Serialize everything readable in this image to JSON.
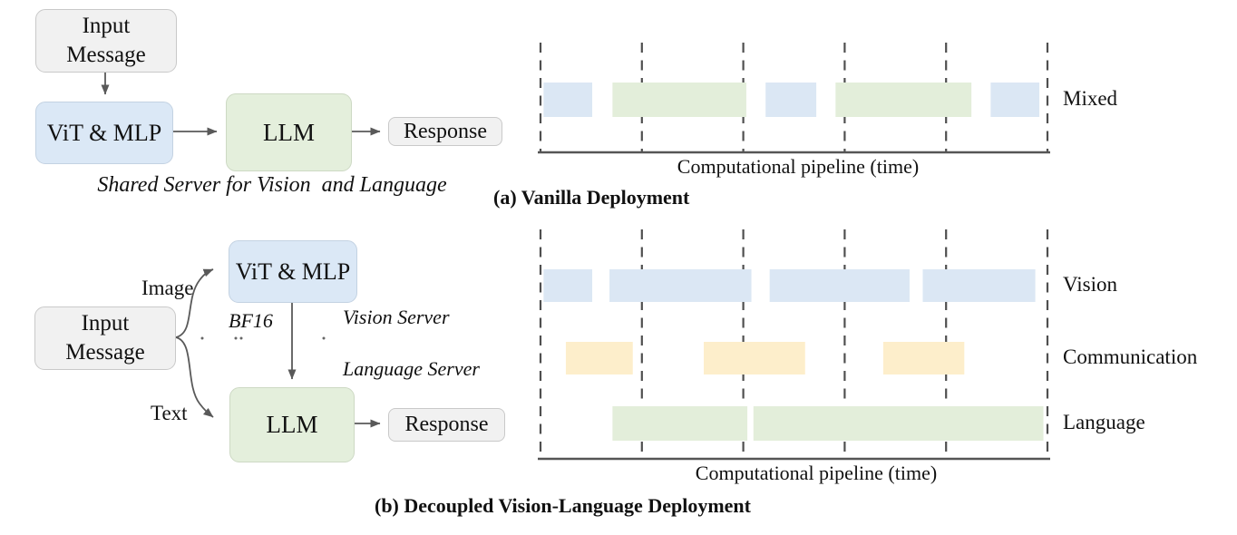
{
  "palette": {
    "vision_fill": "#dbe7f4",
    "language_fill": "#e3eeda",
    "communication_fill": "#fdeecb",
    "gray_fill": "#f1f1f1",
    "line_color": "#4f4f4f"
  },
  "flow_a": {
    "input_label": "Input\nMessage",
    "vit_label": "ViT & MLP",
    "llm_label": "LLM",
    "response_label": "Response",
    "caption": "Shared Server for Vision  and Language"
  },
  "flow_b": {
    "input_label": "Input\nMessage",
    "vit_label": "ViT & MLP",
    "llm_label": "LLM",
    "response_label": "Response",
    "image_edge_label": "Image",
    "text_edge_label": "Text",
    "bf16_label": "BF16",
    "vision_server_label": "Vision Server",
    "language_server_label": "Language Server"
  },
  "chart_data": [
    {
      "type": "timeline",
      "title": "(a) Vanilla Deployment",
      "xlabel": "Computational pipeline (time)",
      "x_range_units": [
        0,
        5
      ],
      "gridlines": "6 dashed vertical lines, one per time unit",
      "legend": {
        "vision": "blue",
        "language": "green"
      },
      "rows": [
        {
          "label": "Mixed",
          "blocks": [
            {
              "start": 0.03,
              "end": 0.51,
              "kind": "vision"
            },
            {
              "start": 0.71,
              "end": 2.03,
              "kind": "language"
            },
            {
              "start": 2.22,
              "end": 2.72,
              "kind": "vision"
            },
            {
              "start": 2.91,
              "end": 4.25,
              "kind": "language"
            },
            {
              "start": 4.44,
              "end": 4.92,
              "kind": "vision"
            }
          ]
        }
      ]
    },
    {
      "type": "timeline",
      "title": "(b) Decoupled Vision-Language Deployment",
      "xlabel": "Computational pipeline (time)",
      "x_range_units": [
        0,
        5
      ],
      "gridlines": "6 dashed vertical lines, one per time unit",
      "legend": {
        "vision": "blue",
        "communication": "yellow",
        "language": "green"
      },
      "rows": [
        {
          "label": "Vision",
          "blocks": [
            {
              "start": 0.03,
              "end": 0.51,
              "kind": "vision"
            },
            {
              "start": 0.68,
              "end": 2.08,
              "kind": "vision"
            },
            {
              "start": 2.26,
              "end": 3.64,
              "kind": "vision"
            },
            {
              "start": 3.77,
              "end": 4.88,
              "kind": "vision"
            }
          ]
        },
        {
          "label": "Communication",
          "blocks": [
            {
              "start": 0.25,
              "end": 0.91,
              "kind": "communication"
            },
            {
              "start": 1.61,
              "end": 2.61,
              "kind": "communication"
            },
            {
              "start": 3.38,
              "end": 4.18,
              "kind": "communication"
            }
          ]
        },
        {
          "label": "Language",
          "blocks": [
            {
              "start": 0.71,
              "end": 2.04,
              "kind": "language"
            },
            {
              "start": 2.1,
              "end": 4.96,
              "kind": "language"
            }
          ]
        }
      ]
    }
  ]
}
